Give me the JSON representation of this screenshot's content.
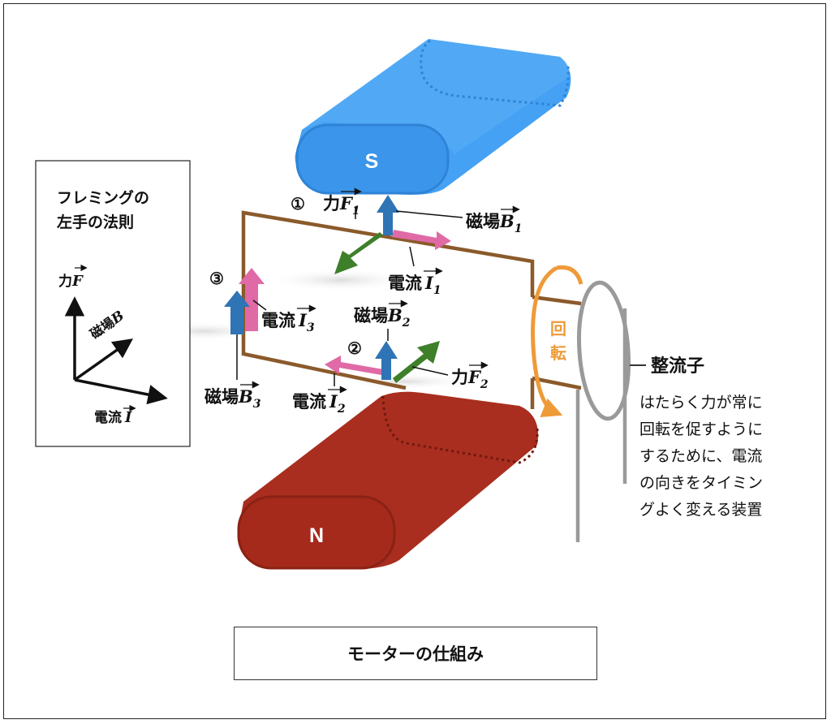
{
  "colors": {
    "s_magnet": "#44a1f3",
    "s_magnet_shade": "#2f83d6",
    "n_magnet": "#a92e1f",
    "n_magnet_shade": "#7f1f13",
    "coil": "#8b5a2b",
    "force_arrow": "#3e7f2a",
    "field_arrow": "#2f74b5",
    "current_arrow": "#df6aa6",
    "rotation": "#ef9a38",
    "commutator": "#9a9a9a"
  },
  "magnets": {
    "south_label": "S",
    "north_label": "N"
  },
  "fleming": {
    "title_line1": "フレミングの",
    "title_line2": "左手の法則",
    "force_label": "力",
    "force_symbol": "F",
    "field_label": "磁場",
    "field_symbol": "B",
    "current_label": "電流",
    "current_symbol": "I"
  },
  "positions": [
    {
      "marker": "①",
      "force_label": "力",
      "force_symbol": "F",
      "force_sub": "1",
      "field_label": "磁場",
      "field_symbol": "B",
      "field_sub": "1",
      "current_label": "電流",
      "current_symbol": "I",
      "current_sub": "1"
    },
    {
      "marker": "②",
      "force_label": "力",
      "force_symbol": "F",
      "force_sub": "2",
      "field_label": "磁場",
      "field_symbol": "B",
      "field_sub": "2",
      "current_label": "電流",
      "current_symbol": "I",
      "current_sub": "2"
    },
    {
      "marker": "③",
      "field_label": "磁場",
      "field_symbol": "B",
      "field_sub": "3",
      "current_label": "電流",
      "current_symbol": "I",
      "current_sub": "3"
    }
  ],
  "rotation_label": {
    "char1": "回",
    "char2": "転"
  },
  "commutator": {
    "title": "整流子",
    "description": [
      "はたらく力が常に",
      "回転を促すように",
      "するために、電流",
      "の向きをタイミン",
      "グよく変える装置"
    ]
  },
  "caption": "モーターの仕組み"
}
